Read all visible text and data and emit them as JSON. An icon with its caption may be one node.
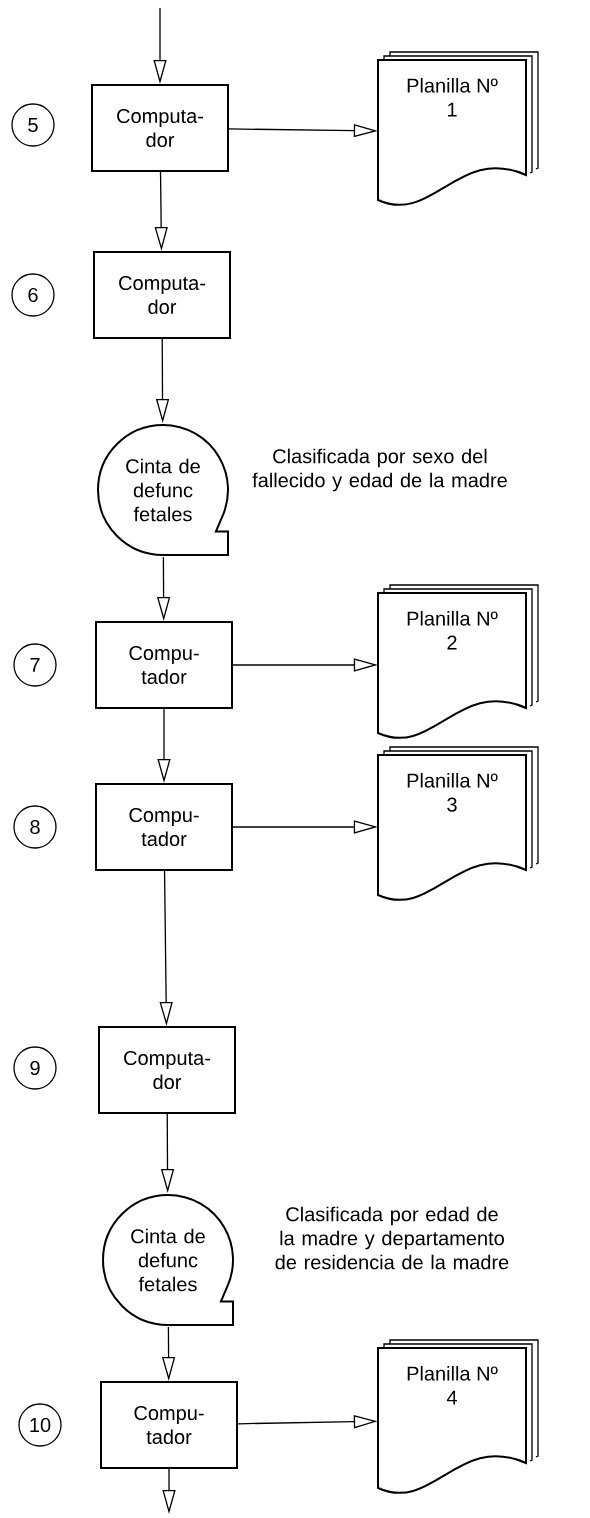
{
  "diagram": {
    "nodes": [
      {
        "text": [
          "5"
        ]
      },
      {
        "text": [
          "Computa- dor"
        ]
      },
      {
        "text": [
          "Planilla Nº 1"
        ]
      },
      {
        "text": [
          "6"
        ]
      },
      {
        "text": [
          "Computa- dor"
        ]
      },
      {
        "text": [
          "Cinta de defunc fetales"
        ],
        "beside": [
          "Clasificada por sexo del fallecido y edad de la madre"
        ]
      },
      {
        "text": [
          "7"
        ]
      },
      {
        "text": [
          "Compu- tador"
        ]
      },
      {
        "text": [
          "Planilla Nº 2"
        ]
      },
      {
        "text": [
          "8"
        ]
      },
      {
        "text": [
          "Compu- tador"
        ]
      },
      {
        "text": [
          "Planilla Nº 3"
        ]
      },
      {
        "text": [
          "9"
        ]
      },
      {
        "text": [
          "Computa- dor"
        ]
      },
      {
        "text": [
          "Cinta de defunc fetales"
        ],
        "beside": [
          "Clasificada por edad de la madre y departamento de residencia de la madre"
        ]
      },
      {
        "text": [
          "10"
        ]
      },
      {
        "text": [
          "Compu- tador"
        ]
      },
      {
        "text": [
          "Planilla Nº 4"
        ]
      }
    ],
    "edges": [
      {
        "from": null,
        "to": 1,
        "arrow": "to"
      },
      {
        "from": 1,
        "to": 2,
        "arrow": "to"
      },
      {
        "from": 1,
        "to": 4,
        "arrow": "to"
      },
      {
        "from": 4,
        "to": 5,
        "arrow": "to"
      },
      {
        "from": 5,
        "to": 7,
        "arrow": "to"
      },
      {
        "from": 7,
        "to": 8,
        "arrow": "to"
      },
      {
        "from": 7,
        "to": 10,
        "arrow": "to"
      },
      {
        "from": 10,
        "to": 11,
        "arrow": "to"
      },
      {
        "from": 10,
        "to": 13,
        "arrow": "to"
      },
      {
        "from": 13,
        "to": 14,
        "arrow": "to"
      },
      {
        "from": 14,
        "to": 16,
        "arrow": "to"
      },
      {
        "from": 16,
        "to": 17,
        "arrow": "to"
      },
      {
        "from": 16,
        "to": null,
        "arrow": "to"
      }
    ]
  }
}
